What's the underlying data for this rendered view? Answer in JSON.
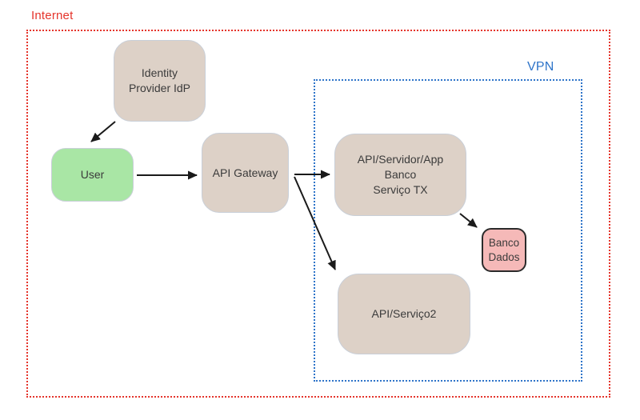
{
  "diagram": {
    "containers": {
      "internet": {
        "label": "Internet",
        "border_color": "#e5342b",
        "border_style": "dotted"
      },
      "vpn": {
        "label": "VPN",
        "border_color": "#2e74c9",
        "border_style": "dotted"
      }
    },
    "nodes": {
      "idp": {
        "label": "Identity\nProvider IdP",
        "fill": "#ddd1c7"
      },
      "user": {
        "label": "User",
        "fill": "#a9e6a5"
      },
      "gateway": {
        "label": "API Gateway",
        "fill": "#ddd1c7"
      },
      "servidor": {
        "label": "API/Servidor/App\nBanco\nServiço TX",
        "fill": "#ddd1c7"
      },
      "banco": {
        "label": "Banco\nDados",
        "fill": "#f5b9b8",
        "border_color": "#2b2b2b"
      },
      "servico2": {
        "label": "API/Serviço2",
        "fill": "#ddd1c7"
      }
    },
    "edges": [
      {
        "from": "idp",
        "to": "user"
      },
      {
        "from": "user",
        "to": "gateway"
      },
      {
        "from": "gateway",
        "to": "servidor"
      },
      {
        "from": "gateway",
        "to": "servico2"
      },
      {
        "from": "servidor",
        "to": "banco"
      }
    ],
    "arrow_color": "#1a1a1a",
    "text_color": "#3b3b3b"
  }
}
